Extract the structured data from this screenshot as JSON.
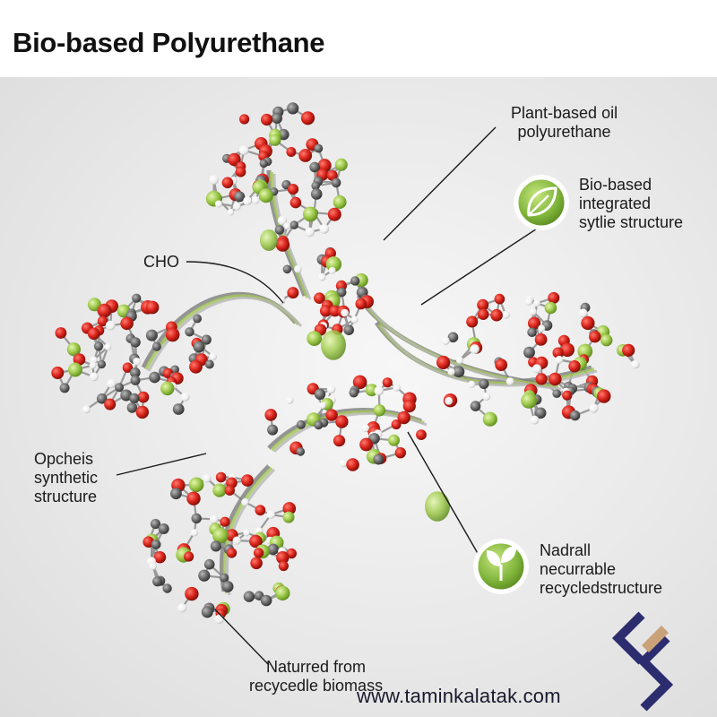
{
  "title": "Bio-based Polyurethane",
  "labels": {
    "plant_oil": [
      "Plant-based oil",
      "polyurethane"
    ],
    "bio_integrated": [
      "Bio-based",
      "integrated",
      "sytlie structure"
    ],
    "cho": "CHO",
    "opcheis": [
      "Opcheis",
      "synthetic",
      "structure"
    ],
    "nadrall": [
      "Nadrall",
      "necurrable",
      "recycledstructure"
    ],
    "naturred": [
      "Naturred from",
      "recycedle biomass"
    ]
  },
  "website": "www.taminkalatak.com",
  "colors": {
    "oxygen": "#d8231a",
    "carbon": "#6a6a6a",
    "hydrogen": "#f2f2f2",
    "green_accent": "#9cc84a",
    "badge_green": "#7fb43a",
    "logo_navy": "#2b2d6e",
    "logo_tan": "#c9a27a"
  },
  "icons": [
    "leaf-badge-icon",
    "sprout-badge-icon",
    "brand-logo-icon"
  ]
}
